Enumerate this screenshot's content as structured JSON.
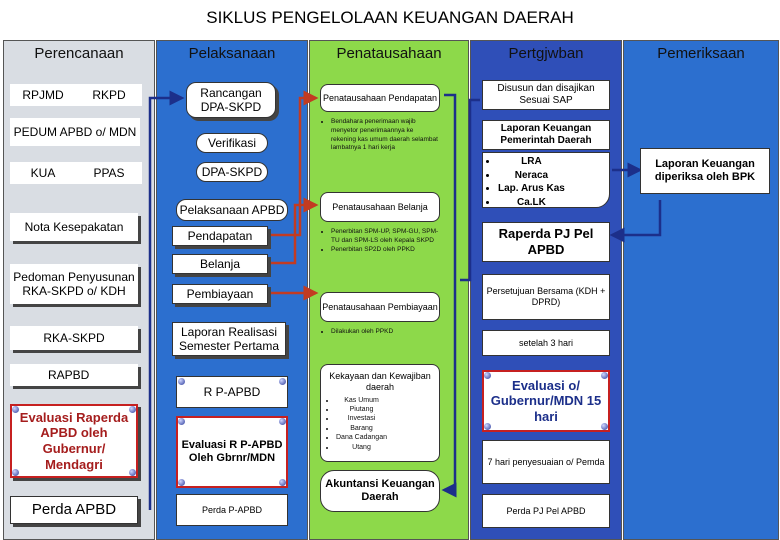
{
  "title": "SIKLUS PENGELOLAAN KEUANGAN DAERAH",
  "columns": {
    "perencanaan": "Perencanaan",
    "pelaksanaan": "Pelaksanaan",
    "penatausahaan": "Penatausahaan",
    "pertgjwban": "Pertgjwban",
    "pemeriksaan": "Pemeriksaan"
  },
  "colors": {
    "perencanaan": "#d9dde3",
    "pelaksanaan": "#2c6fcf",
    "penatausahaan": "#8dd94a",
    "pertgjwban": "#2f4fb8",
    "pemeriksaan": "#2c6fcf",
    "arrow_blue": "#1c2f8a",
    "arrow_red": "#c23b22"
  },
  "perencanaan": {
    "rpjmd": "RPJMD",
    "rkpd": "RKPD",
    "pedum": "PEDUM APBD o/ MDN",
    "kua": "KUA",
    "ppas": "PPAS",
    "nota": "Nota Kesepakatan",
    "pedoman": "Pedoman Penyusunan RKA-SKPD o/ KDH",
    "rka": "RKA-SKPD",
    "rapbd": "RAPBD",
    "evaluasi": "Evaluasi Raperda APBD oleh Gubernur/ Mendagri",
    "perda": "Perda APBD"
  },
  "pelaksanaan": {
    "rancangan": "Rancangan DPA-SKPD",
    "verifikasi": "Verifikasi",
    "dpa": "DPA-SKPD",
    "pelaksanaan_apbd": "Pelaksanaan APBD",
    "pendapatan": "Pendapatan",
    "belanja": "Belanja",
    "pembiayaan": "Pembiayaan",
    "laporan": "Laporan Realisasi Semester Pertama",
    "rp_apbd": "R P-APBD",
    "evaluasi": "Evaluasi R P-APBD Oleh Gbrnr/MDN",
    "perda": "Perda P-APBD"
  },
  "penatausahaan": {
    "pendapatan": "Penatausahaan Pendapatan",
    "pendapatan_note": "Bendahara penerimaan wajib menyetor penerimaannya ke rekening kas umum daerah selambat lambatnya 1 hari kerja",
    "belanja": "Penatausahaan Belanja",
    "belanja_notes": [
      "Penerbitan SPM-UP, SPM-GU, SPM-TU dan SPM-LS oleh Kepala SKPD",
      "Penerbitan SP2D oleh PPKD"
    ],
    "pembiayaan": "Penatausahaan Pembiayaan",
    "pembiayaan_note": "Dilakukan oleh PPKD",
    "kekayaan": "Kekayaan dan Kewajiban daerah",
    "kekayaan_items": [
      "Kas Umum",
      "Piutang",
      "Investasi",
      "Barang",
      "Dana Cadangan",
      "Utang"
    ],
    "akuntansi": "Akuntansi Keuangan Daerah"
  },
  "pertgjwban": {
    "disusun": "Disusun dan disajikan Sesuai SAP",
    "laporan": "Laporan Keuangan Pemerintah Daerah",
    "items": [
      "LRA",
      "Neraca",
      "Lap. Arus Kas",
      "Ca.LK"
    ],
    "raperda": "Raperda PJ Pel APBD",
    "persetujuan": "Persetujuan Bersama (KDH + DPRD)",
    "setelah": "setelah 3 hari",
    "evaluasi": "Evaluasi o/ Gubernur/MDN 15 hari",
    "hari7": "7 hari penyesuaian o/ Pemda",
    "perda": "Perda PJ Pel APBD"
  },
  "pemeriksaan": {
    "laporan": "Laporan Keuangan diperiksa oleh BPK"
  }
}
